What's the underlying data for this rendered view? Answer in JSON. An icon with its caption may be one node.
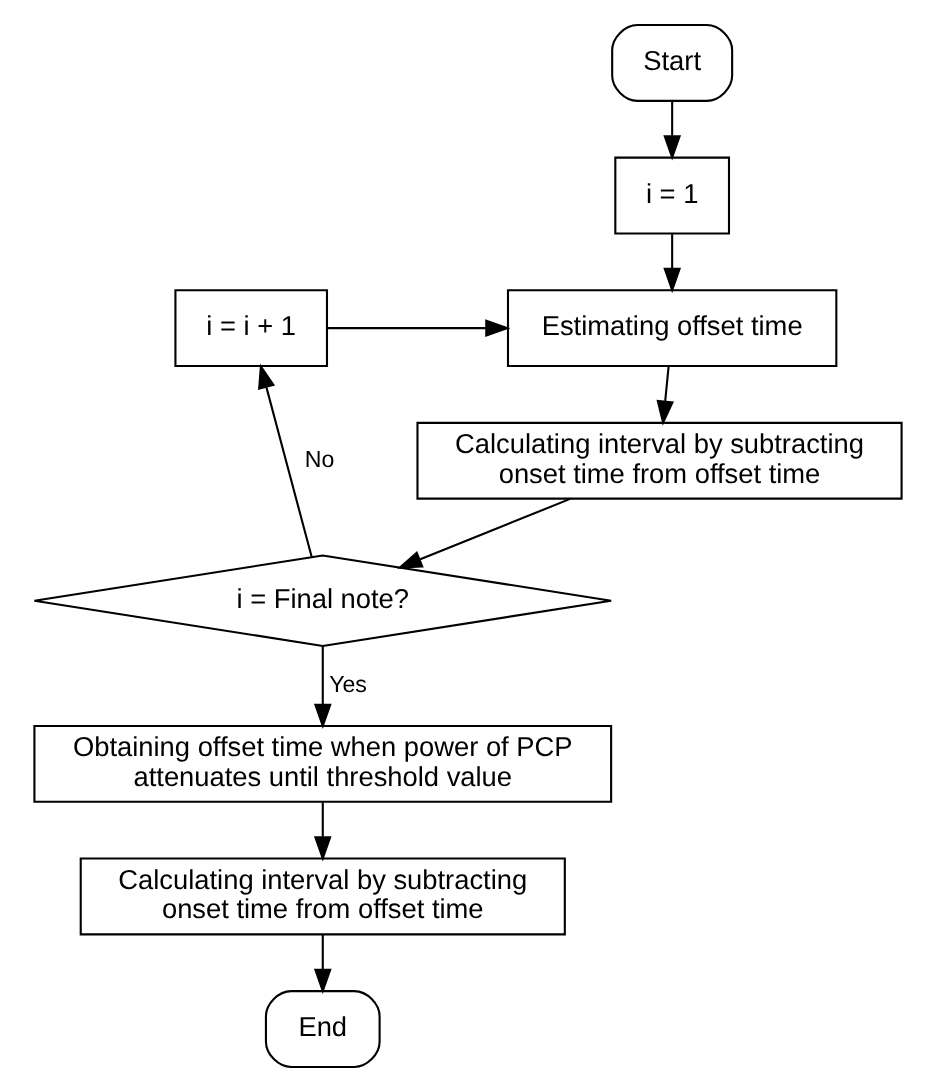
{
  "diagram": {
    "nodes": [
      {
        "text": [
          "Start"
        ]
      },
      {
        "text": [
          "i = 1"
        ]
      },
      {
        "text": [
          "Estimating offset time"
        ]
      },
      {
        "text": [
          "Calculating interval by subtracting onset time from offset time"
        ]
      },
      {
        "text": [
          "i = Final note?"
        ]
      },
      {
        "text": [
          "i = i + 1"
        ]
      },
      {
        "text": [
          "Obtaining offset time when power of PCP attenuates until threshold value"
        ]
      },
      {
        "text": [
          "Calculating interval by subtracting onset time from offset time"
        ]
      },
      {
        "text": [
          "End"
        ]
      }
    ],
    "edges": [
      {
        "from": 0,
        "to": 1,
        "arrow": "to"
      },
      {
        "from": 1,
        "to": 2,
        "arrow": "to"
      },
      {
        "from": 2,
        "to": 3,
        "arrow": "to"
      },
      {
        "from": 3,
        "to": 4,
        "arrow": "to"
      },
      {
        "from": 4,
        "to": 5,
        "arrow": "to",
        "label": "No"
      },
      {
        "from": 5,
        "to": 2,
        "arrow": "to"
      },
      {
        "from": 4,
        "to": 6,
        "arrow": "to",
        "label": "Yes"
      },
      {
        "from": 6,
        "to": 7,
        "arrow": "to"
      },
      {
        "from": 7,
        "to": 8,
        "arrow": "to"
      }
    ]
  }
}
